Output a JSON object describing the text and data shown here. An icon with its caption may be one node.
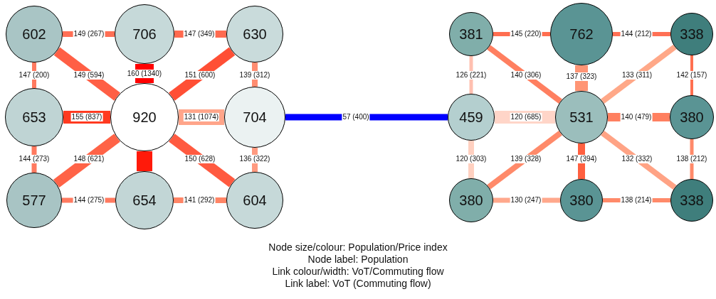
{
  "diagram": {
    "nodes": [
      {
        "text": [
          "602"
        ]
      },
      {
        "text": [
          "706"
        ]
      },
      {
        "text": [
          "630"
        ]
      },
      {
        "text": [
          "653"
        ]
      },
      {
        "text": [
          "920"
        ]
      },
      {
        "text": [
          "704"
        ]
      },
      {
        "text": [
          "577"
        ]
      },
      {
        "text": [
          "654"
        ]
      },
      {
        "text": [
          "604"
        ]
      },
      {
        "text": [
          "381"
        ]
      },
      {
        "text": [
          "762"
        ]
      },
      {
        "text": [
          "338"
        ]
      },
      {
        "text": [
          "459"
        ]
      },
      {
        "text": [
          "531"
        ]
      },
      {
        "text": [
          "380"
        ]
      },
      {
        "text": [
          "380"
        ]
      },
      {
        "text": [
          "380"
        ]
      },
      {
        "text": [
          "338"
        ]
      }
    ],
    "edges": [
      {
        "from": 0,
        "to": 1,
        "arrow": "none",
        "label": "149 (267)",
        "color": "#ff6f55"
      },
      {
        "from": 1,
        "to": 2,
        "arrow": "none",
        "label": "147 (349)",
        "color": "#ff6a4f"
      },
      {
        "from": 0,
        "to": 3,
        "arrow": "none",
        "label": "147 (200)",
        "color": "#ff7a60"
      },
      {
        "from": 0,
        "to": 4,
        "arrow": "none",
        "label": "149 (594)",
        "color": "#ff5f45"
      },
      {
        "from": 1,
        "to": 4,
        "arrow": "none",
        "label": "160 (1340)",
        "color": "#ff0000",
        "style": "thick"
      },
      {
        "from": 2,
        "to": 4,
        "arrow": "none",
        "label": "151 (600)",
        "color": "#ff4f35"
      },
      {
        "from": 2,
        "to": 5,
        "arrow": "none",
        "label": "139 (312)",
        "color": "#ff8c70"
      },
      {
        "from": 3,
        "to": 4,
        "arrow": "none",
        "label": "155 (837)",
        "color": "#ff3a20",
        "style": "thick"
      },
      {
        "from": 4,
        "to": 5,
        "arrow": "none",
        "label": "131 (1074)",
        "color": "#ffa58a",
        "style": "thick"
      },
      {
        "from": 3,
        "to": 6,
        "arrow": "none",
        "label": "144 (273)",
        "color": "#ff7a60"
      },
      {
        "from": 4,
        "to": 6,
        "arrow": "none",
        "label": "148 (621)",
        "color": "#ff6347"
      },
      {
        "from": 4,
        "to": 7,
        "arrow": "none",
        "color": "#ff1a0a",
        "style": "thick"
      },
      {
        "from": 4,
        "to": 8,
        "arrow": "none",
        "label": "150 (628)",
        "color": "#ff5a40"
      },
      {
        "from": 5,
        "to": 8,
        "arrow": "none",
        "label": "136 (322)",
        "color": "#ff9a80"
      },
      {
        "from": 6,
        "to": 7,
        "arrow": "none",
        "label": "144 (275)",
        "color": "#ff7a60"
      },
      {
        "from": 7,
        "to": 8,
        "arrow": "none",
        "label": "141 (292)",
        "color": "#ff8566"
      },
      {
        "from": 5,
        "to": 12,
        "arrow": "none",
        "label": "57 (400)",
        "color": "#0000ff"
      },
      {
        "from": 9,
        "to": 10,
        "arrow": "none",
        "label": "145 (220)",
        "color": "#ff6e50"
      },
      {
        "from": 10,
        "to": 11,
        "arrow": "none",
        "label": "144 (212)",
        "color": "#ff7055"
      },
      {
        "from": 9,
        "to": 12,
        "arrow": "none",
        "label": "126 (221)",
        "color": "#ffc0b0"
      },
      {
        "from": 9,
        "to": 13,
        "arrow": "none",
        "label": "140 (306)",
        "color": "#ff7f60"
      },
      {
        "from": 10,
        "to": 13,
        "arrow": "none",
        "label": "137 (323)",
        "color": "#ff9575",
        "style": "thick"
      },
      {
        "from": 11,
        "to": 13,
        "arrow": "none",
        "label": "133 (311)",
        "color": "#ffa888"
      },
      {
        "from": 11,
        "to": 14,
        "arrow": "none",
        "label": "142 (157)",
        "color": "#ff7050"
      },
      {
        "from": 12,
        "to": 13,
        "arrow": "none",
        "label": "120 (685)",
        "color": "#ffd5c8",
        "style": "thick"
      },
      {
        "from": 13,
        "to": 14,
        "arrow": "none",
        "label": "140 (479)",
        "color": "#ff8060"
      },
      {
        "from": 12,
        "to": 15,
        "arrow": "none",
        "label": "120 (303)",
        "color": "#ffd0c0"
      },
      {
        "from": 13,
        "to": 15,
        "arrow": "none",
        "label": "139 (328)",
        "color": "#ff8a6a"
      },
      {
        "from": 13,
        "to": 16,
        "arrow": "none",
        "label": "147 (394)",
        "color": "#ff6040"
      },
      {
        "from": 13,
        "to": 17,
        "arrow": "none",
        "label": "132 (332)",
        "color": "#ffa385"
      },
      {
        "from": 14,
        "to": 17,
        "arrow": "none",
        "label": "138 (212)",
        "color": "#ff8a6a"
      },
      {
        "from": 15,
        "to": 16,
        "arrow": "none",
        "label": "130 (247)",
        "color": "#ffa88c"
      },
      {
        "from": 16,
        "to": 17,
        "arrow": "none",
        "label": "138 (214)",
        "color": "#ff8a6a"
      }
    ],
    "labels": [
      "Node size/colour: Population/Price index",
      "Node label: Population",
      "Link colour/width: VoT/Commuting flow",
      "Link label: VoT (Commuting flow)"
    ]
  }
}
